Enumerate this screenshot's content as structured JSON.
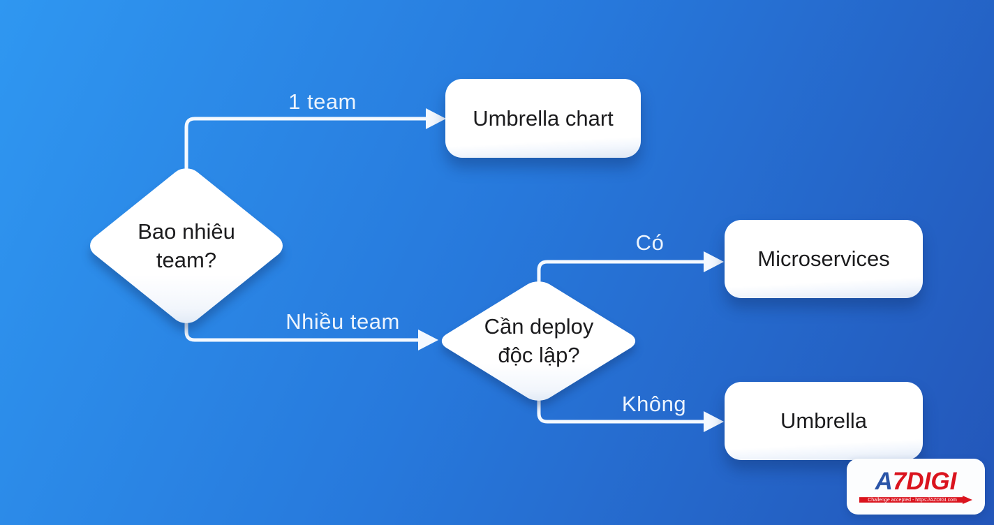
{
  "background": {
    "gradient_from": "#2f97f1",
    "gradient_to": "#2356b9"
  },
  "flowchart": {
    "nodes": [
      {
        "id": "how-many-teams",
        "type": "decision",
        "label": "Bao nhiêu team?",
        "label_lines": [
          "Bao nhiêu",
          "team?"
        ]
      },
      {
        "id": "umbrella-chart",
        "type": "process",
        "label": "Umbrella chart"
      },
      {
        "id": "need-independent-deploy",
        "type": "decision",
        "label": "Cần deploy độc lập?",
        "label_lines": [
          "Cần deploy",
          "độc lập?"
        ]
      },
      {
        "id": "microservices",
        "type": "process",
        "label": "Microservices"
      },
      {
        "id": "umbrella",
        "type": "process",
        "label": "Umbrella"
      }
    ],
    "edges": [
      {
        "from": "how-many-teams",
        "to": "umbrella-chart",
        "label": "1 team"
      },
      {
        "from": "how-many-teams",
        "to": "need-independent-deploy",
        "label": "Nhiều team"
      },
      {
        "from": "need-independent-deploy",
        "to": "microservices",
        "label": "Có"
      },
      {
        "from": "need-independent-deploy",
        "to": "umbrella",
        "label": "Không"
      }
    ],
    "node_fill": "#ffffff",
    "node_text_color": "#1c1c1e",
    "connector_color": "#f4f9ff",
    "edge_label_color": "#ecf4fd"
  },
  "watermark": {
    "brand_first_letter": "A",
    "brand_rest": "7DIGI",
    "tagline": "Challenge accepted - https://AZDIGI.com",
    "brand_blue": "#2b55a8",
    "brand_red": "#da141e"
  }
}
